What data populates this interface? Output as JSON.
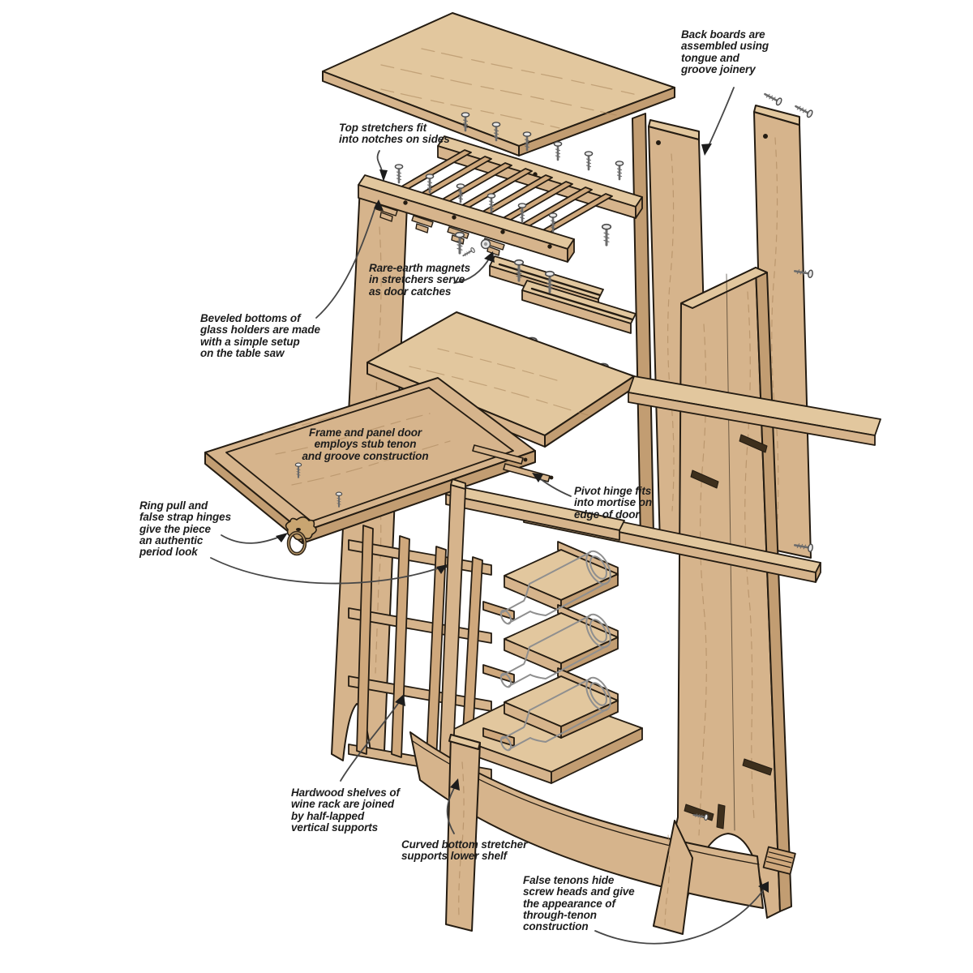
{
  "diagram": {
    "subject": "Exploded assembly diagram of a wine cabinet with glass rack and wine-bottle rack",
    "colors": {
      "background": "#ffffff",
      "wood_top": "#e2c79e",
      "wood_face": "#d6b48c",
      "wood_edge": "#c29d72",
      "outline": "#241c12",
      "grain": "#a8845a",
      "slot_dark": "#3d2f1d",
      "ghost": "#8f8f8f",
      "leader": "#474747",
      "text": "#1c1c1c",
      "screw_head": "#e8e8e8"
    },
    "annotations": [
      {
        "id": "back-boards",
        "text": "Back boards are\nassembled using\ntongue and\ngroove joinery"
      },
      {
        "id": "top-stretchers",
        "text": "Top stretchers fit\ninto notches on sides"
      },
      {
        "id": "rare-earth-magnets",
        "text": "Rare-earth magnets\nin stretchers serve\nas door catches"
      },
      {
        "id": "beveled-bottoms",
        "text": "Beveled bottoms of\nglass holders are made\nwith a simple setup\non the table saw"
      },
      {
        "id": "frame-panel-door",
        "text": "Frame and panel door\nemploys stub tenon\nand groove construction"
      },
      {
        "id": "pivot-hinge",
        "text": "Pivot hinge fits\ninto mortise on\nedge of door"
      },
      {
        "id": "ring-pull",
        "text": "Ring pull and\nfalse strap hinges\ngive the piece\nan authentic\nperiod look"
      },
      {
        "id": "hardwood-shelves",
        "text": "Hardwood shelves of\nwine rack are joined\nby half-lapped\nvertical supports"
      },
      {
        "id": "curved-stretcher",
        "text": "Curved bottom stretcher\nsupports lower shelf"
      },
      {
        "id": "false-tenons",
        "text": "False tenons hide\nscrew heads and give\nthe appearance of\nthrough-tenon\nconstruction"
      }
    ],
    "parts": [
      "top panel",
      "back boards",
      "right side panel",
      "left side panel",
      "top stretchers",
      "glass rack slats",
      "glass holder channels",
      "rare-earth magnet",
      "middle shelf",
      "frame-and-panel door",
      "ring pull",
      "pivot hinge",
      "wine rack lattice",
      "wine bottles (ghosted)",
      "lower shelf",
      "front leg",
      "curved bottom stretcher",
      "false tenon",
      "wood screws"
    ]
  }
}
